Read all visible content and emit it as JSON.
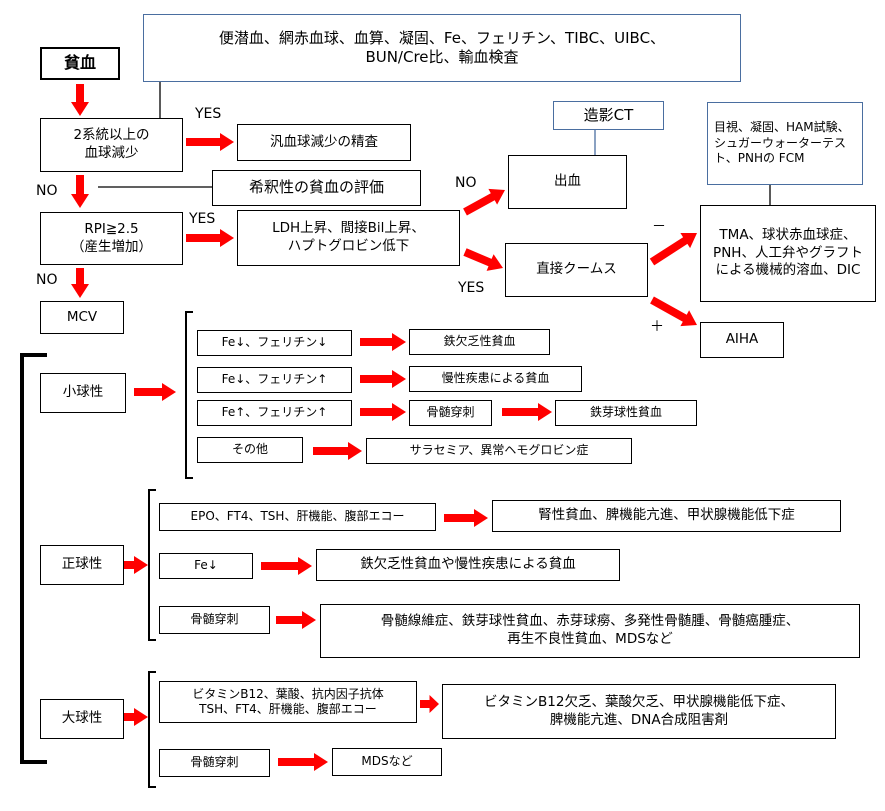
{
  "diagram": {
    "root": "貧血",
    "initial_tests": "便潜血、網赤血球、血算、凝固、Fe、フェリチン、TIBC、UIBC、\nBUN/Cre比、輸血検査",
    "two_lines": "2系統以上の\n血球減少",
    "pancytopenia": "汎血球減少の精査",
    "dilutional": "希釈性の貧血の評価",
    "rpi": "RPI≧2.5\n（産生増加）",
    "hemolysis": "LDH上昇、間接Bil上昇、\nハプトグロビン低下",
    "bleeding": "出血",
    "ct": "造影CT",
    "coombs": "直接クームス",
    "tma_tests": "目視、凝固、HAM試験、シュガーウォーターテスト、PNHの FCM",
    "tma": "TMA、球状赤血球症、PNH、人工弁やグラフトによる機械的溶血、DIC",
    "aiha": "AIHA",
    "mcv": "MCV",
    "micro": "小球性",
    "micro_1": "Fe↓、フェリチン↓",
    "micro_1_dx": "鉄欠乏性貧血",
    "micro_2": "Fe↓、フェリチン↑",
    "micro_2_dx": "慢性疾患による貧血",
    "micro_3": "Fe↑、フェリチン↑",
    "micro_3_test": "骨髄穿刺",
    "micro_3_dx": "鉄芽球性貧血",
    "micro_4": "その他",
    "micro_4_dx": "サラセミア、異常ヘモグロビン症",
    "normo": "正球性",
    "normo_1": "EPO、FT4、TSH、肝機能、腹部エコー",
    "normo_1_dx": "腎性貧血、脾機能亢進、甲状腺機能低下症",
    "normo_2": "Fe↓",
    "normo_2_dx": "鉄欠乏性貧血や慢性疾患による貧血",
    "normo_3": "骨髄穿刺",
    "normo_3_dx": "骨髄線維症、鉄芽球性貧血、赤芽球癆、多発性骨髄腫、骨髄癌腫症、\n再生不良性貧血、MDSなど",
    "macro": "大球性",
    "macro_1": "ビタミンB12、葉酸、抗内因子抗体\nTSH、FT4、肝機能、腹部エコー",
    "macro_1_dx": "ビタミンB12欠乏、葉酸欠乏、甲状腺機能低下症、\n脾機能亢進、DNA合成阻害剤",
    "macro_2": "骨髄穿刺",
    "macro_2_dx": "MDSなど"
  },
  "labels": {
    "yes": "YES",
    "no": "NO",
    "minus": "－",
    "plus": "＋"
  },
  "colors": {
    "arrow": "#ff0000",
    "callout_border": "#4a6ea0",
    "box_border": "#000000"
  }
}
